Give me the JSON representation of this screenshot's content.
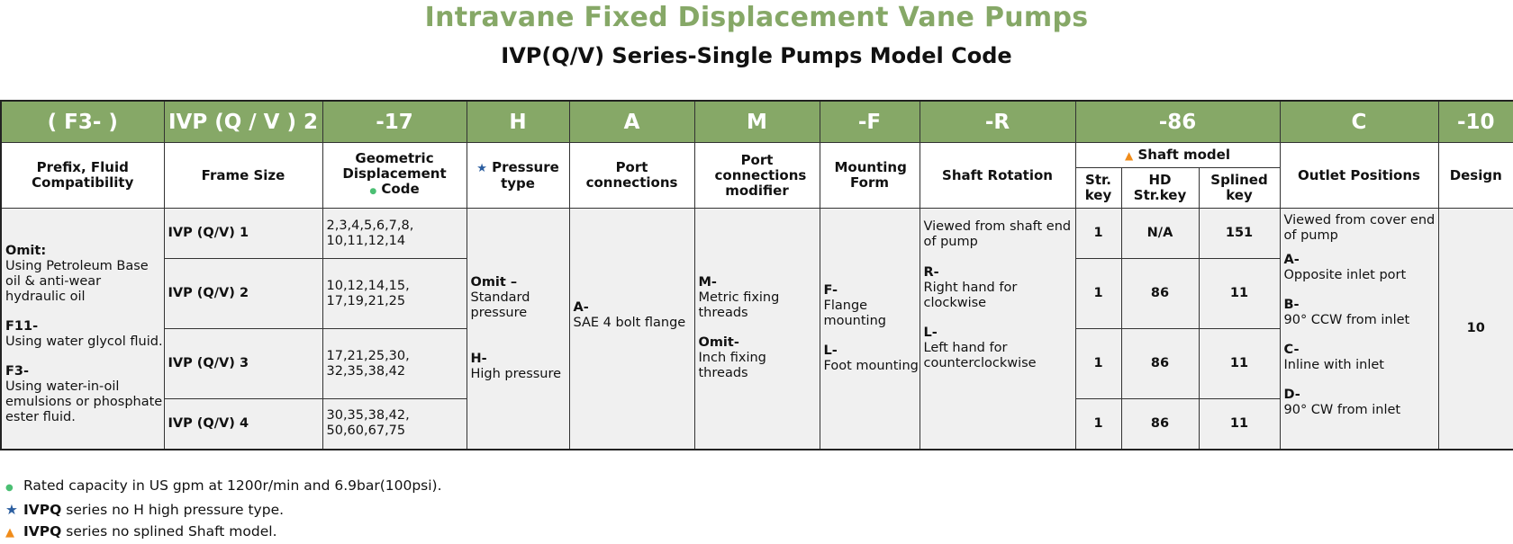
{
  "title": "Intravane Fixed Displacement Vane Pumps",
  "subtitle": "IVP(Q/V) Series-Single Pumps Model Code",
  "code_header": [
    "( F3- )",
    "IVP (Q / V ) 2",
    "-17",
    "H",
    "A",
    "M",
    "-F",
    "-R",
    "-86",
    "C",
    "-10"
  ],
  "labels": {
    "prefix": "Prefix, Fluid Compatibility",
    "frame": "Frame Size",
    "geo_line1": "Geometric",
    "geo_line2": "Displacement",
    "geo_line3": "Code",
    "pressure_line1": "Pressure",
    "pressure_line2": "type",
    "port": "Port connections",
    "port_mod": "Port connections modifier",
    "mounting": "Mounting Form",
    "rotation": "Shaft Rotation",
    "shaft_model": "Shaft model",
    "str_key": "Str. key",
    "hd_key": "HD Str.key",
    "splined": "Splined key",
    "outlet": "Outlet Positions",
    "design": "Design"
  },
  "prefix": {
    "omit_label": "Omit:",
    "omit_text": "Using Petroleum Base oil & anti-wear hydraulic oil",
    "f11_label": "F11-",
    "f11_text": "Using water glycol fluid.",
    "f3_label": "F3-",
    "f3_text": "Using water-in-oil emulsions or phosphate ester fluid."
  },
  "rows": [
    {
      "frame": "IVP (Q/V) 1",
      "disp1": "2,3,4,5,6,7,8,",
      "disp2": "10,11,12,14",
      "str": "1",
      "hd": "N/A",
      "spl": "151"
    },
    {
      "frame": "IVP (Q/V) 2",
      "disp1": "10,12,14,15,",
      "disp2": "17,19,21,25",
      "str": "1",
      "hd": "86",
      "spl": "11"
    },
    {
      "frame": "IVP (Q/V) 3",
      "disp1": "17,21,25,30,",
      "disp2": "32,35,38,42",
      "str": "1",
      "hd": "86",
      "spl": "11"
    },
    {
      "frame": "IVP (Q/V) 4",
      "disp1": "30,35,38,42,",
      "disp2": "50,60,67,75",
      "str": "1",
      "hd": "86",
      "spl": "11"
    }
  ],
  "pressure": {
    "omit_label": "Omit –",
    "omit_text": "Standard pressure",
    "h_label": "H-",
    "h_text": "High pressure"
  },
  "port": {
    "a_label": "A-",
    "a_text": "SAE 4 bolt flange"
  },
  "port_mod": {
    "m_label": "M-",
    "m_text": "Metric fixing threads",
    "omit_label": "Omit-",
    "omit_text": "Inch fixing threads"
  },
  "mounting": {
    "f_label": "F-",
    "f_text": "Flange mounting",
    "l_label": "L-",
    "l_text": "Foot mounting"
  },
  "rotation": {
    "intro": "Viewed from shaft end of pump",
    "r_label": "R-",
    "r_text": "Right hand for clockwise",
    "l_label": "L-",
    "l_text": "Left hand for counterclockwise"
  },
  "outlet": {
    "intro": "Viewed from cover end of pump",
    "a_label": "A-",
    "a_text": "Opposite inlet port",
    "b_label": "B-",
    "b_text": "90° CCW from inlet",
    "c_label": "C-",
    "c_text": "Inline with inlet",
    "d_label": "D-",
    "d_text": "90° CW from inlet"
  },
  "design": "10",
  "notes": {
    "n1_text": "Rated capacity in US gpm at 1200r/min and 6.9bar(100psi).",
    "n2_bold": "IVPQ",
    "n2_text": " series no H high pressure type.",
    "n3_bold": "IVPQ",
    "n3_text": " series no splined Shaft model."
  },
  "symbols": {
    "dot": "●",
    "star": "★",
    "triangle": "▲"
  },
  "colors": {
    "header_green": "#86a867",
    "title_green": "#86a867",
    "cell_gray": "#f0f0f0",
    "star_blue": "#2a5d9f",
    "triangle_orange": "#f08c1a",
    "dot_green": "#4bbf73"
  }
}
